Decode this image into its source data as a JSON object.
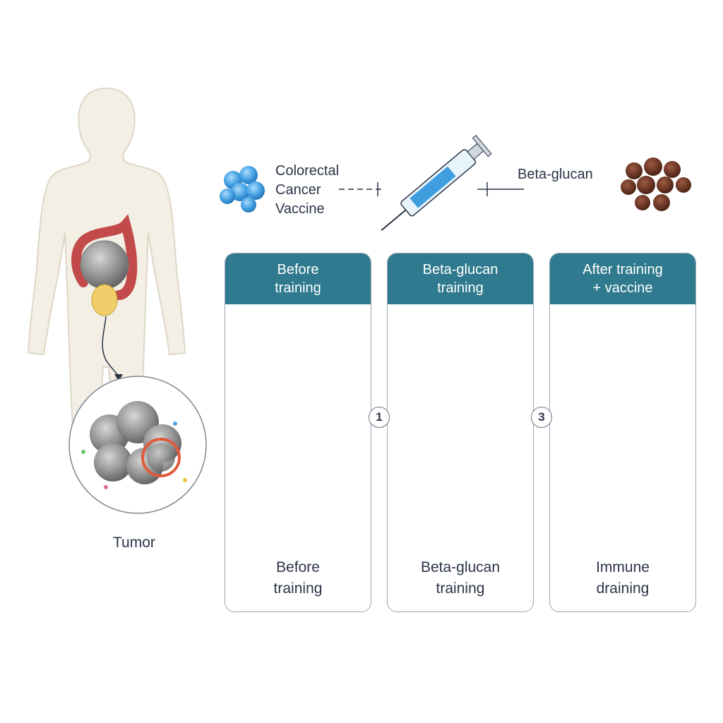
{
  "vaccine": {
    "lines": [
      "Colorectal",
      "Cancer",
      "Vaccine"
    ]
  },
  "beta_glucan": {
    "label": "Beta-glucan"
  },
  "tumor": {
    "label": "Tumor"
  },
  "panels": [
    {
      "header": [
        "Before",
        "training"
      ],
      "footer": [
        "Before",
        "training"
      ]
    },
    {
      "header": [
        "Beta-glucan",
        "training"
      ],
      "footer": [
        "Beta-glucan",
        "training"
      ]
    },
    {
      "header": [
        "After training",
        "+ vaccine"
      ],
      "footer": [
        "Immune",
        "draining"
      ]
    }
  ],
  "steps": [
    "1",
    "3"
  ],
  "colors": {
    "panel_header": "#2f7a8e",
    "tumor_gray": "#8a8a8a",
    "vaccine_blue": "#3f9de0",
    "beta_brown": "#6b3524",
    "training_orange": "#e8a33a"
  },
  "icons": [
    "body-silhouette-icon",
    "colon-icon",
    "syringe-icon",
    "vaccine-particle-icon",
    "beta-glucan-particle-icon",
    "tumor-cell-icon",
    "immune-cell-icon"
  ]
}
